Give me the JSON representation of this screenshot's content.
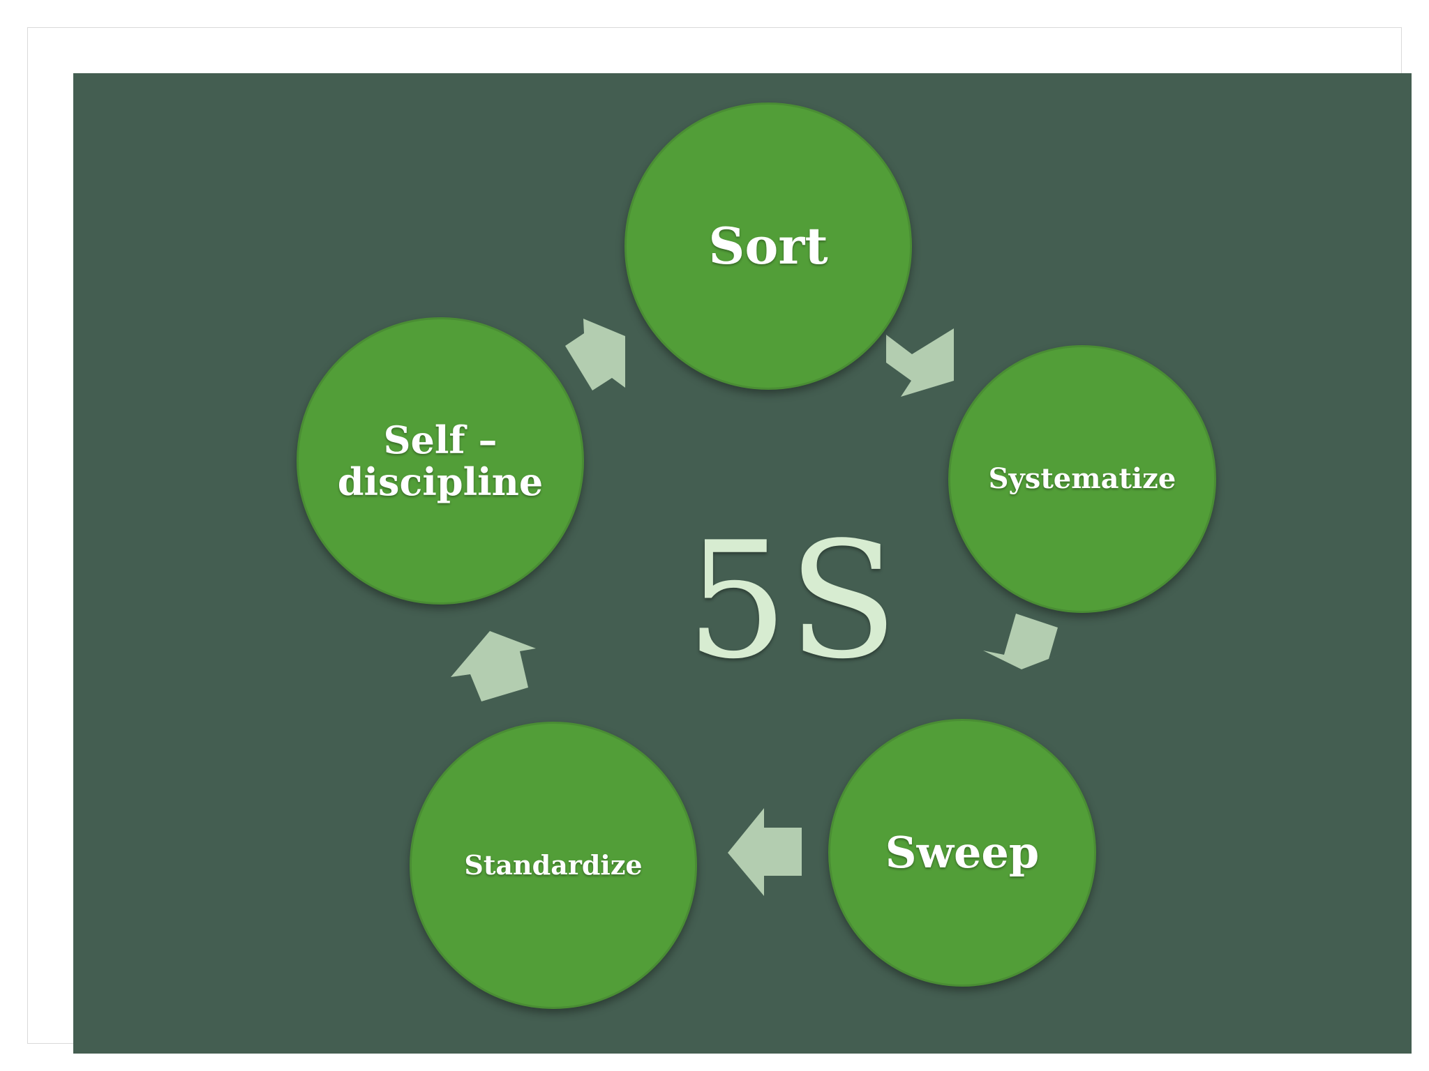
{
  "diagram": {
    "center_label": "5S",
    "nodes": [
      {
        "id": "sort",
        "label": "Sort"
      },
      {
        "id": "systematize",
        "label": "Systematize"
      },
      {
        "id": "sweep",
        "label": "Sweep"
      },
      {
        "id": "standardize",
        "label": "Standardize"
      },
      {
        "id": "self-discipline",
        "label": "Self – discipline"
      }
    ],
    "flow": [
      [
        "sort",
        "systematize"
      ],
      [
        "systematize",
        "sweep"
      ],
      [
        "sweep",
        "standardize"
      ],
      [
        "standardize",
        "self-discipline"
      ],
      [
        "self-discipline",
        "sort"
      ]
    ]
  },
  "colors": {
    "slide_background": "#445e51",
    "node_fill": "#529e38",
    "arrow_fill": "#b3cdb0",
    "center_text": "#d7ecd1",
    "node_text": "#ffffff"
  }
}
